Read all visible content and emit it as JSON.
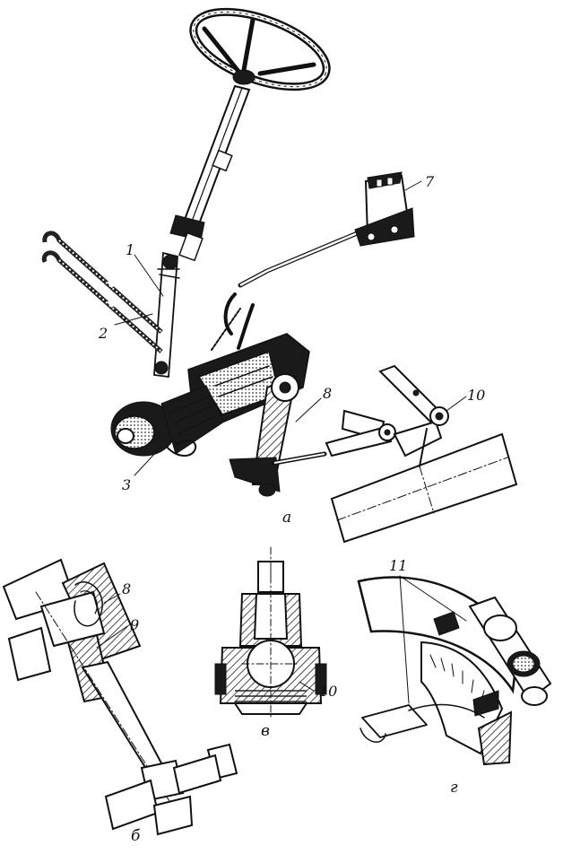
{
  "callouts": [
    "1",
    "2",
    "3",
    "7",
    "8",
    "10",
    "8",
    "9",
    "10",
    "11"
  ],
  "panels": [
    "а",
    "б",
    "в",
    "г"
  ]
}
